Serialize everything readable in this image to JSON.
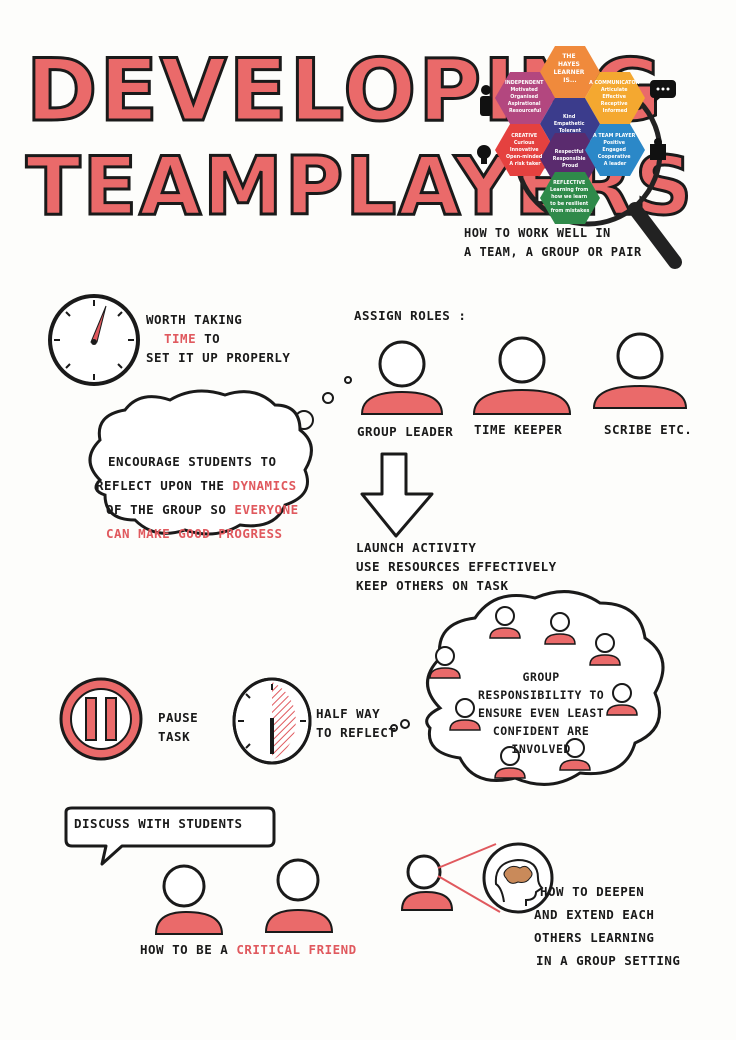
{
  "title": {
    "line1": "DEVELOPING",
    "line2": "TEAMPLAYERS"
  },
  "hexagons": {
    "top": [
      "THE",
      "HAYES",
      "LEARNER",
      "IS..."
    ],
    "left_top": [
      "INDEPENDENT",
      "Motivated",
      "Organised",
      "Aspirational",
      "Resourceful"
    ],
    "center": [
      "Kind",
      "Empathetic",
      "Tolerant"
    ],
    "right_top": [
      "A COMMUNICATOR",
      "Articulate",
      "Effective",
      "Receptive",
      "Informed"
    ],
    "left_bottom": [
      "CREATIVE",
      "Curious",
      "Innovative",
      "Open-minded",
      "A risk taker"
    ],
    "center_low": [
      "Respectful",
      "Responsible",
      "Proud"
    ],
    "right_bottom": [
      "A TEAM PLAYER",
      "Positive",
      "Engaged",
      "Cooperative",
      "A leader"
    ],
    "bottom": [
      "REFLECTIVE",
      "Learning from",
      "how we learn",
      "to be resilient",
      "from mistakes"
    ]
  },
  "intro": {
    "line1": "HOW TO WORK WELL IN",
    "line2": "A TEAM, A GROUP OR PAIR"
  },
  "time_note": {
    "line1_a": "WORTH TAKING",
    "line2_red": "TIME",
    "line2_b": " TO",
    "line3": "SET IT UP PROPERLY"
  },
  "assign": {
    "heading": "ASSIGN ROLES :",
    "roles": [
      "GROUP LEADER",
      "TIME KEEPER",
      "SCRIBE etc."
    ]
  },
  "cloud1": {
    "line1": "ENCOURAGE STUDENTS TO",
    "line2_a": "REFLECT UPON THE ",
    "line2_red": "DYNAMICS",
    "line3_a": "OF THE GROUP SO ",
    "line3_red": "EVERYONE",
    "line4_red": "CAN MAKE GOOD PROGRESS"
  },
  "launch": [
    "LAUNCH ACTIVITY",
    "USE RESOURCES EFFECTIVELY",
    "KEEP OTHERS ON TASK"
  ],
  "group_cloud": [
    "GROUP",
    "RESPONSIBILITY TO",
    "ENSURE EVEN LEAST",
    "CONFIDENT ARE",
    "INVOLVED"
  ],
  "pause": {
    "line1": "PAUSE",
    "line2": "TASK"
  },
  "halfway": {
    "line1": "HALF WAY",
    "line2": "TO REFLECT"
  },
  "discuss": "DISCUSS WITH STUDENTS",
  "critical": {
    "prefix": "HOW TO BE A ",
    "red": "CRITICAL FRIEND"
  },
  "deepen": [
    "HOW TO DEEPEN",
    "AND EXTEND EACH",
    "OTHERS LEARNING",
    "IN A GROUP SETTING"
  ],
  "colors": {
    "accent": "#e0595e",
    "fill": "#ea6a6a",
    "ink": "#1a1a1a"
  }
}
